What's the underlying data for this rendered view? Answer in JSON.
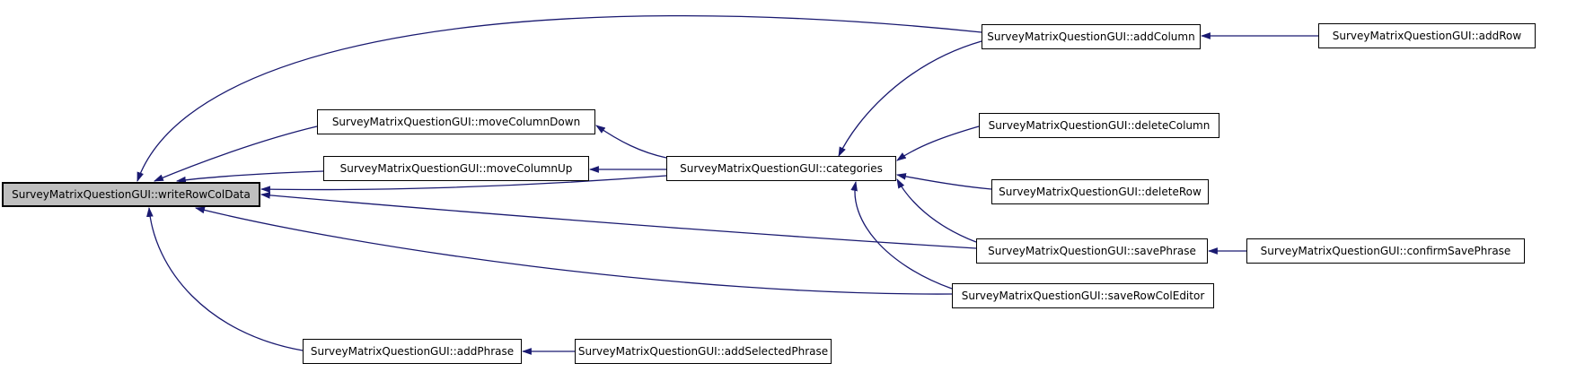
{
  "diagram": {
    "type": "doxygen-caller-graph",
    "edge_color": "#191970",
    "node_border_color": "#000000",
    "node_fill": "#ffffff",
    "highlight_fill": "#bfbfbf",
    "background": "#ffffff"
  },
  "nodes": [
    {
      "id": "writeRowColData",
      "label": "SurveyMatrixQuestionGUI::writeRowColData",
      "highlighted": true
    },
    {
      "id": "moveColumnDown",
      "label": "SurveyMatrixQuestionGUI::moveColumnDown",
      "highlighted": false
    },
    {
      "id": "moveColumnUp",
      "label": "SurveyMatrixQuestionGUI::moveColumnUp",
      "highlighted": false
    },
    {
      "id": "categories",
      "label": "SurveyMatrixQuestionGUI::categories",
      "highlighted": false
    },
    {
      "id": "addColumn",
      "label": "SurveyMatrixQuestionGUI::addColumn",
      "highlighted": false
    },
    {
      "id": "addRow",
      "label": "SurveyMatrixQuestionGUI::addRow",
      "highlighted": false
    },
    {
      "id": "deleteColumn",
      "label": "SurveyMatrixQuestionGUI::deleteColumn",
      "highlighted": false
    },
    {
      "id": "deleteRow",
      "label": "SurveyMatrixQuestionGUI::deleteRow",
      "highlighted": false
    },
    {
      "id": "savePhrase",
      "label": "SurveyMatrixQuestionGUI::savePhrase",
      "highlighted": false
    },
    {
      "id": "confirmSavePhrase",
      "label": "SurveyMatrixQuestionGUI::confirmSavePhrase",
      "highlighted": false
    },
    {
      "id": "saveRowColEditor",
      "label": "SurveyMatrixQuestionGUI::saveRowColEditor",
      "highlighted": false
    },
    {
      "id": "addPhrase",
      "label": "SurveyMatrixQuestionGUI::addPhrase",
      "highlighted": false
    },
    {
      "id": "addSelectedPhrase",
      "label": "SurveyMatrixQuestionGUI::addSelectedPhrase",
      "highlighted": false
    }
  ],
  "edges": [
    {
      "from": "addRow",
      "to": "addColumn"
    },
    {
      "from": "confirmSavePhrase",
      "to": "savePhrase"
    },
    {
      "from": "addSelectedPhrase",
      "to": "addPhrase"
    },
    {
      "from": "addColumn",
      "to": "writeRowColData"
    },
    {
      "from": "addColumn",
      "to": "categories"
    },
    {
      "from": "deleteColumn",
      "to": "categories"
    },
    {
      "from": "deleteRow",
      "to": "categories"
    },
    {
      "from": "savePhrase",
      "to": "categories"
    },
    {
      "from": "savePhrase",
      "to": "writeRowColData"
    },
    {
      "from": "saveRowColEditor",
      "to": "categories"
    },
    {
      "from": "saveRowColEditor",
      "to": "writeRowColData"
    },
    {
      "from": "categories",
      "to": "moveColumnUp"
    },
    {
      "from": "categories",
      "to": "moveColumnDown"
    },
    {
      "from": "categories",
      "to": "writeRowColData"
    },
    {
      "from": "moveColumnUp",
      "to": "writeRowColData"
    },
    {
      "from": "moveColumnDown",
      "to": "writeRowColData"
    },
    {
      "from": "addPhrase",
      "to": "writeRowColData"
    }
  ]
}
